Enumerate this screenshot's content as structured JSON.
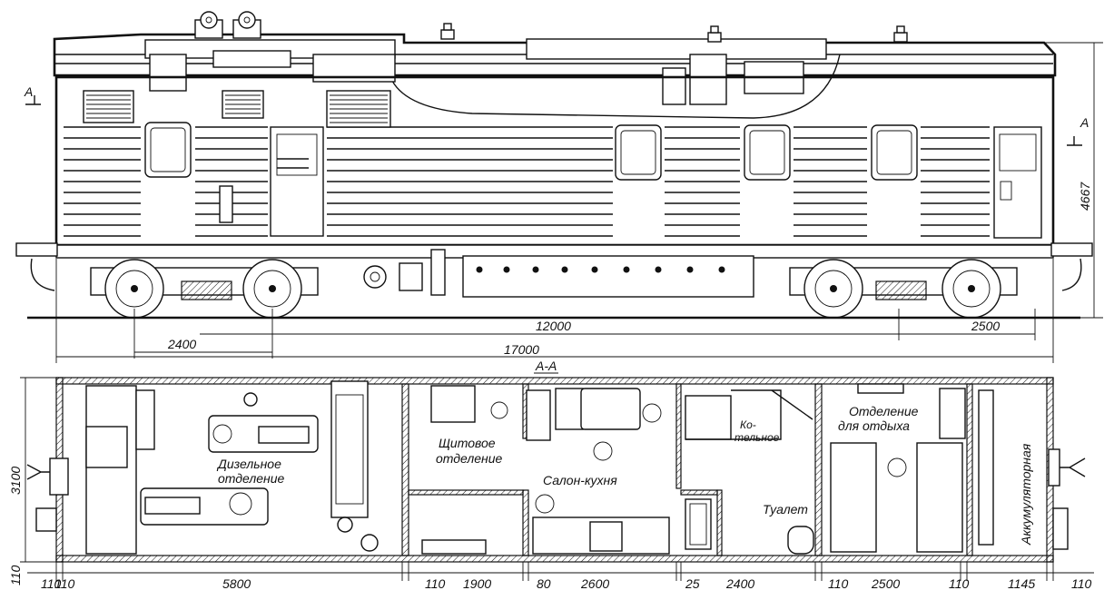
{
  "side_view": {
    "overall_height": "4667",
    "section_marker": "A",
    "dim_bogie_centers": "12000",
    "dim_overall_length": "17000",
    "dim_left_wheelbase": "2400",
    "dim_right_wheelbase": "2500"
  },
  "plan_view": {
    "section_title": "A-A",
    "width_dim": "3100",
    "wall_dim": "110",
    "rooms": {
      "diesel": [
        "Дизельное",
        "отделение"
      ],
      "switchboard": [
        "Щитовое",
        "отделение"
      ],
      "salon": "Салон-кухня",
      "boiler": [
        "Ко-",
        "тельное"
      ],
      "toilet": "Туалет",
      "rest": [
        "Отделение",
        "для отдыха"
      ],
      "battery": "Аккумуляторная"
    },
    "bottom_dims": [
      "110",
      "110",
      "5800",
      "110",
      "1900",
      "80",
      "2600",
      "25",
      "2400",
      "110",
      "2500",
      "110",
      "1145",
      "110"
    ]
  }
}
